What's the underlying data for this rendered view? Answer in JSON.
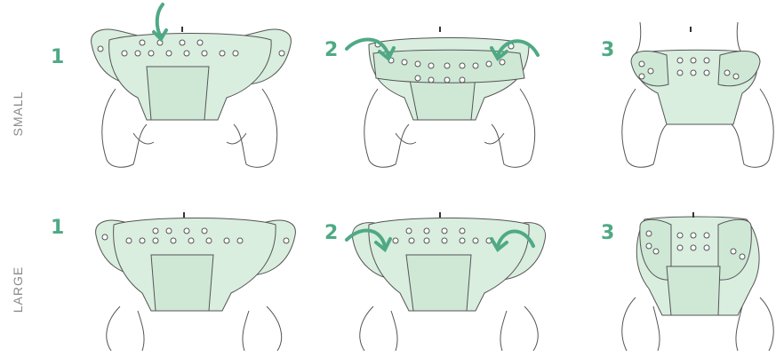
{
  "rows": [
    {
      "label": "SMALL",
      "steps": [
        "1",
        "2",
        "3"
      ]
    },
    {
      "label": "LARGE",
      "steps": [
        "1",
        "2",
        "3"
      ]
    }
  ],
  "colors": {
    "fabric": "#d9eedf",
    "fabric_dark": "#c7e5d0",
    "accent": "#4fa985",
    "line": "#555555",
    "label": "#8a8a8a"
  },
  "icons": [
    "arrow-down-icon",
    "arrow-fold-left-icon",
    "arrow-fold-right-icon",
    "snap-icon"
  ]
}
